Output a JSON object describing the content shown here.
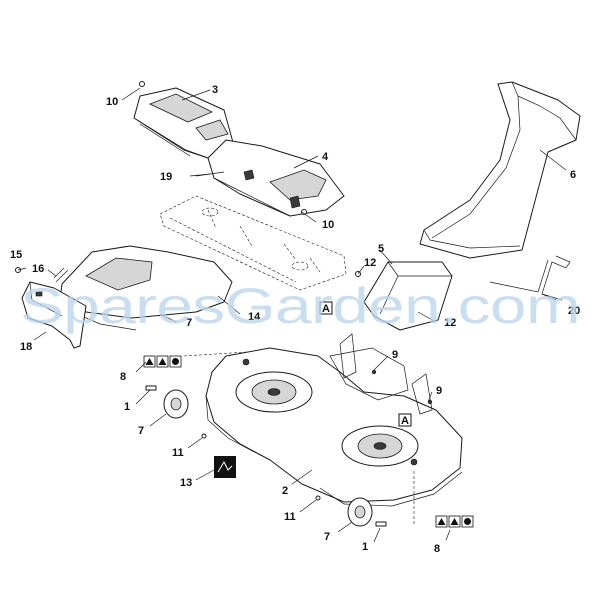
{
  "watermark": "SparesGarden.com",
  "callouts": {
    "c1a": "1",
    "c1b": "1",
    "c2": "2",
    "c3": "3",
    "c4": "4",
    "c5": "5",
    "c6": "6",
    "c7a": "7",
    "c7b": "7",
    "c7c": "7",
    "c8a": "8",
    "c8b": "8",
    "c9a": "9",
    "c9b": "9",
    "c10a": "10",
    "c10b": "10",
    "c11a": "11",
    "c11b": "11",
    "c12a": "12",
    "c12b": "12",
    "c13": "13",
    "c14": "14",
    "c15": "15",
    "c16": "16",
    "c18": "18",
    "c19": "19",
    "c20": "20",
    "tagA1": "A",
    "tagA2": "A"
  }
}
